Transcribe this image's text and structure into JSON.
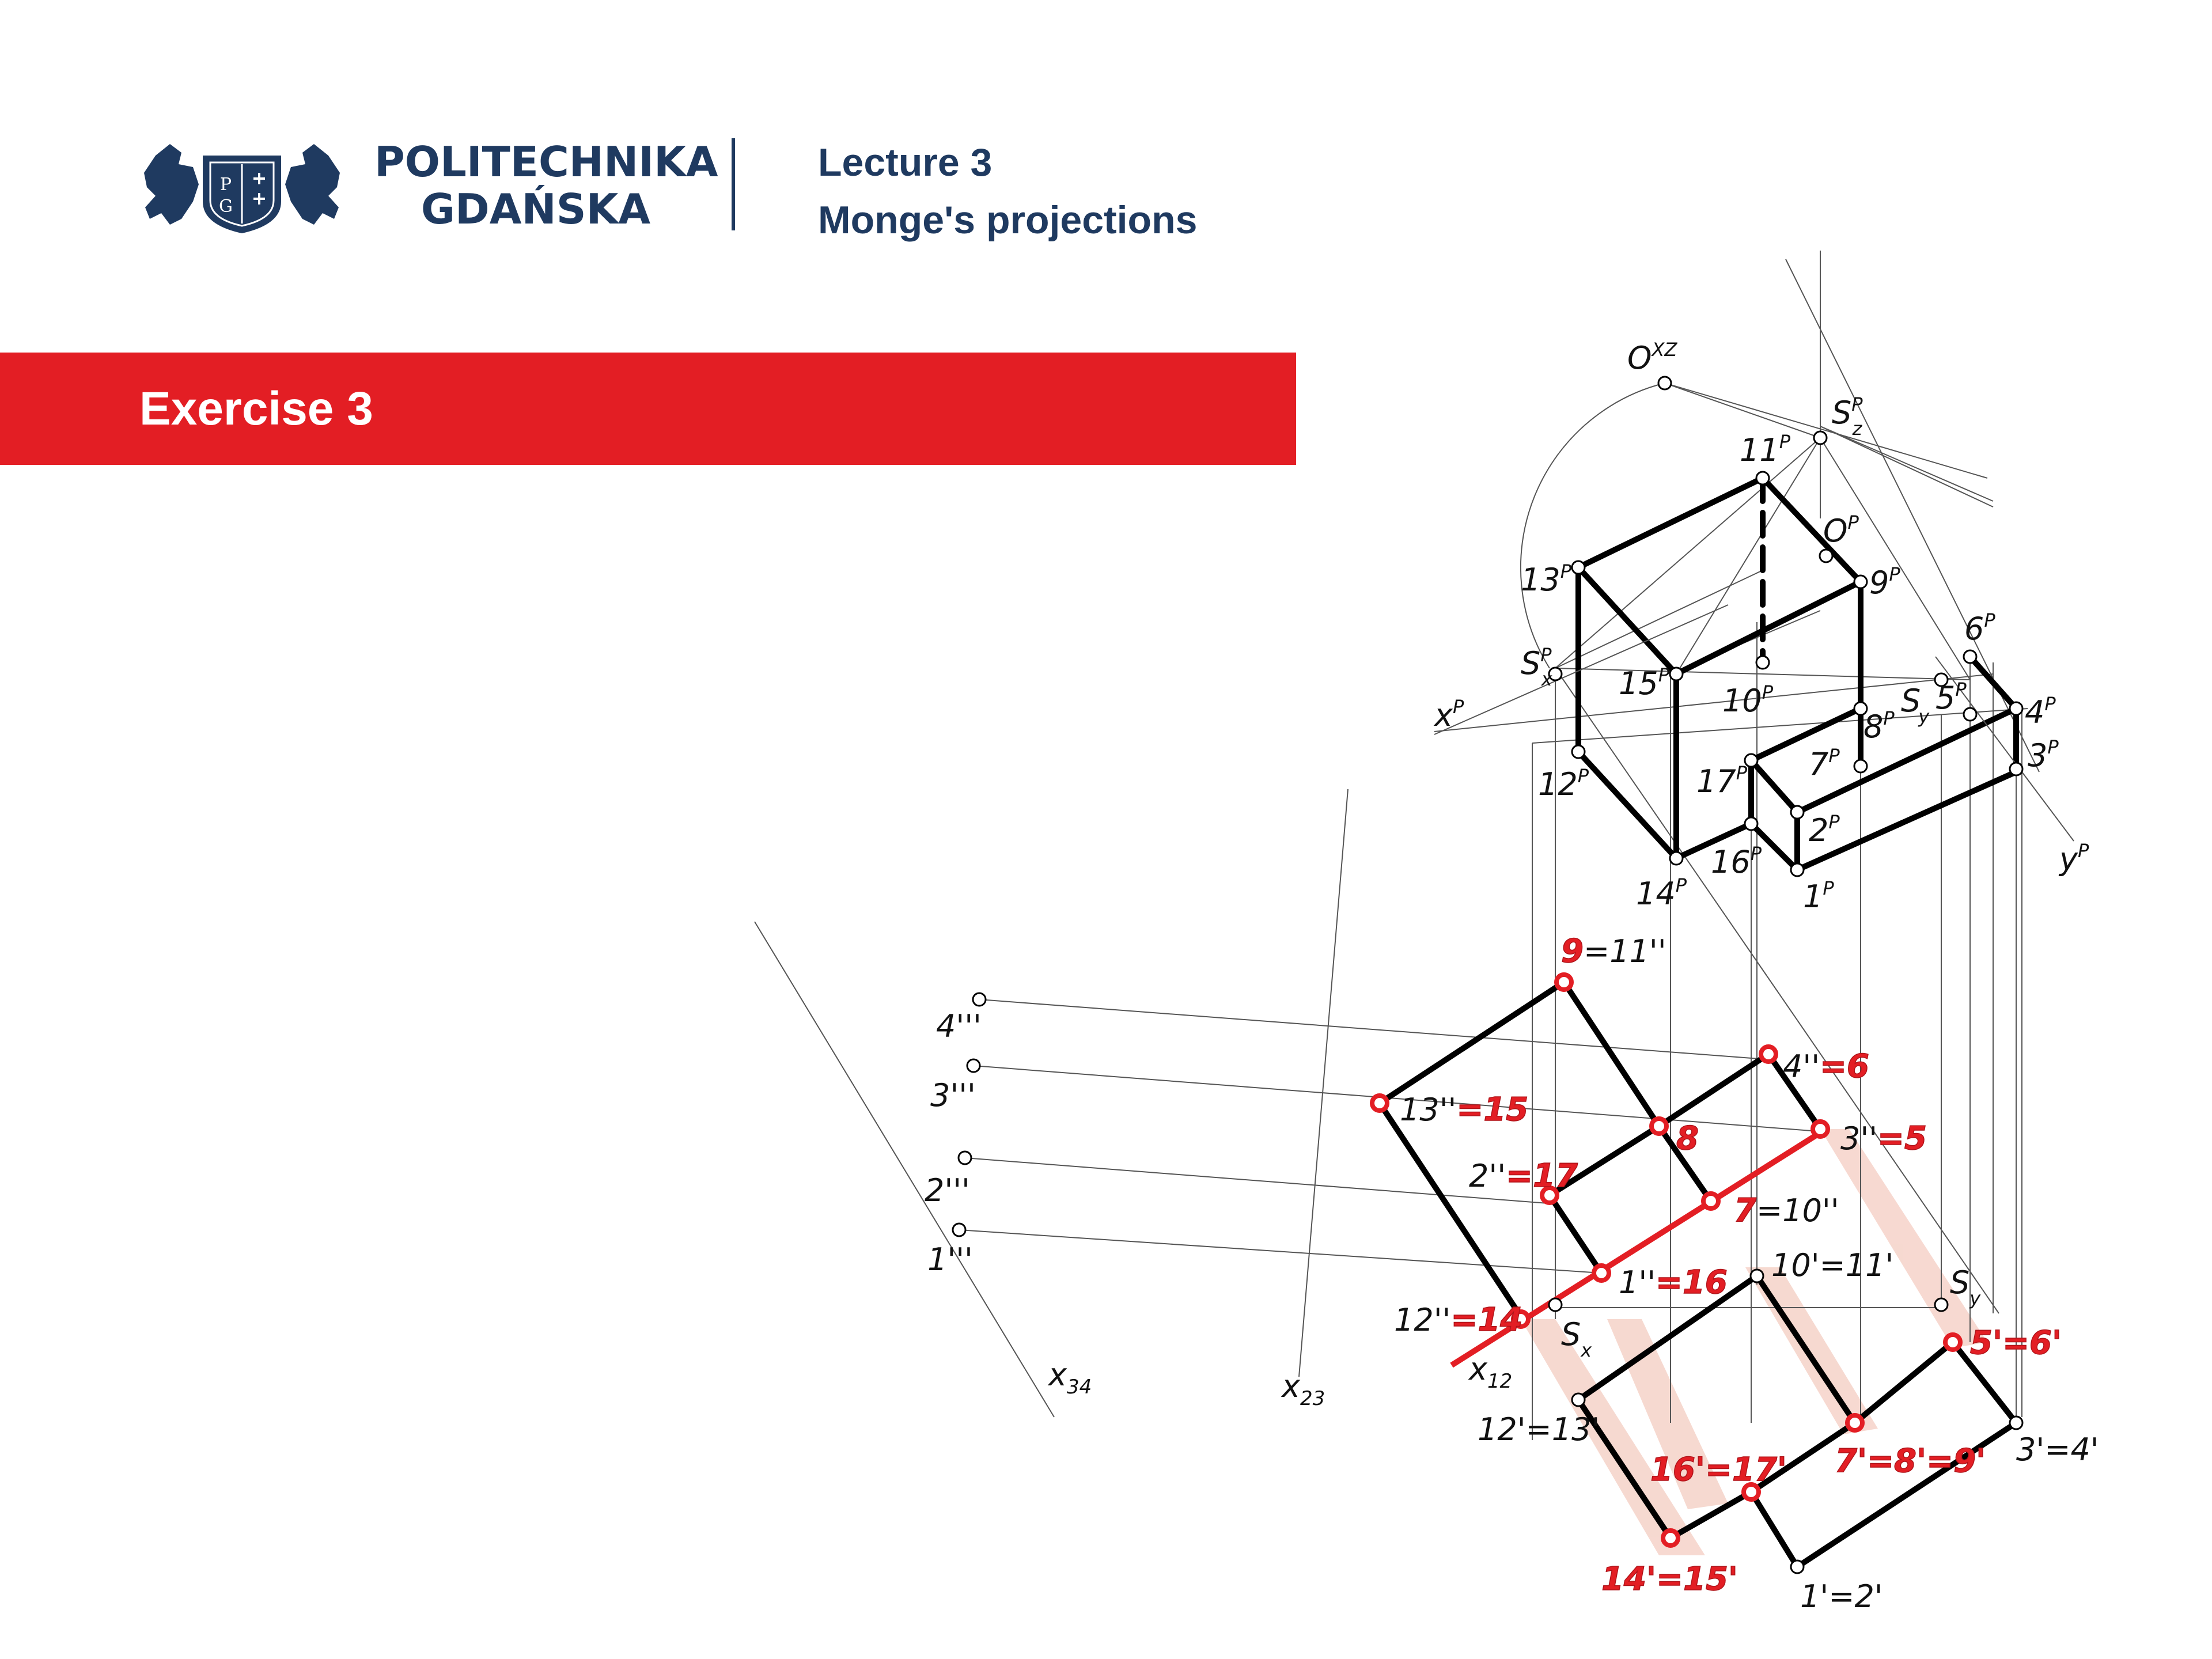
{
  "header": {
    "university_line1": "POLITECHNIKA",
    "university_line2": "GDAŃSKA",
    "logo_letters": [
      "P",
      "G"
    ],
    "lecture": "Lecture 3",
    "subtitle": "Monge's projections"
  },
  "banner": {
    "title": "Exercise 3"
  },
  "colors": {
    "brand_navy": "#1f3a60",
    "accent_red": "#e31e24",
    "shading": "#f3c9bd"
  },
  "drawing": {
    "axonometric_labels": [
      "O",
      "XZ",
      "S",
      "P",
      "z",
      "11",
      "P",
      "O",
      "P",
      "13",
      "P",
      "9",
      "P",
      "6",
      "P",
      "S",
      "P",
      "x",
      "15",
      "P",
      "10",
      "P",
      "S",
      "y",
      "5",
      "P",
      "4",
      "P",
      "x",
      "P",
      "8",
      "P",
      "7",
      "P",
      "3",
      "P",
      "12",
      "P",
      "17",
      "P",
      "2",
      "P",
      "16",
      "P",
      "14",
      "P",
      "1",
      "P",
      "y",
      "P"
    ],
    "third_view_labels": [
      "4'''",
      "3'''",
      "2'''",
      "1'''"
    ],
    "axis_labels": [
      "x",
      "34",
      "x",
      "23",
      "x",
      "12"
    ],
    "elevation_labels": [
      "9",
      "=11''",
      "13''",
      "=15",
      "4''",
      "=6",
      "8",
      "3''",
      "=5",
      "2''",
      "=17",
      "7",
      "=10''",
      "1''",
      "=16",
      "12''",
      "=14"
    ],
    "plan_labels": [
      "10'=11'",
      "S",
      "y",
      "S",
      "x",
      "5'=6'",
      "12'=13'",
      "7'=8'=9'",
      "3'=4'",
      "16'=17'",
      "14'=15'",
      "1'=2'"
    ]
  }
}
